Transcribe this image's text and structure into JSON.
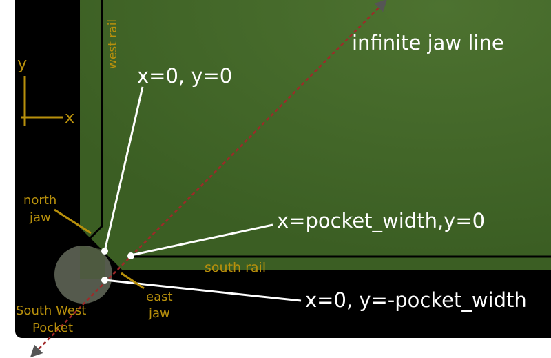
{
  "colors": {
    "felt": "#3f6326",
    "felt_light": "#4a6e2c",
    "cushion": "#000000",
    "accent_gold": "#b8900c",
    "jaw_line": "#a02828",
    "pointer": "#ffffff"
  },
  "labels": {
    "infinite_jaw_line": "infinite jaw line",
    "origin": "x=0, y=0",
    "pocket_width_point": "x=pocket_width,y=0",
    "neg_pocket_width_point": "x=0, y=-pocket_width",
    "west_rail": "west rail",
    "south_rail": "south rail",
    "north_jaw_line1": "north",
    "north_jaw_line2": "jaw",
    "east_jaw_line1": "east",
    "east_jaw_line2": "jaw",
    "pocket_line1": "South West",
    "pocket_line2": "Pocket",
    "axis_x": "x",
    "axis_y": "y"
  }
}
